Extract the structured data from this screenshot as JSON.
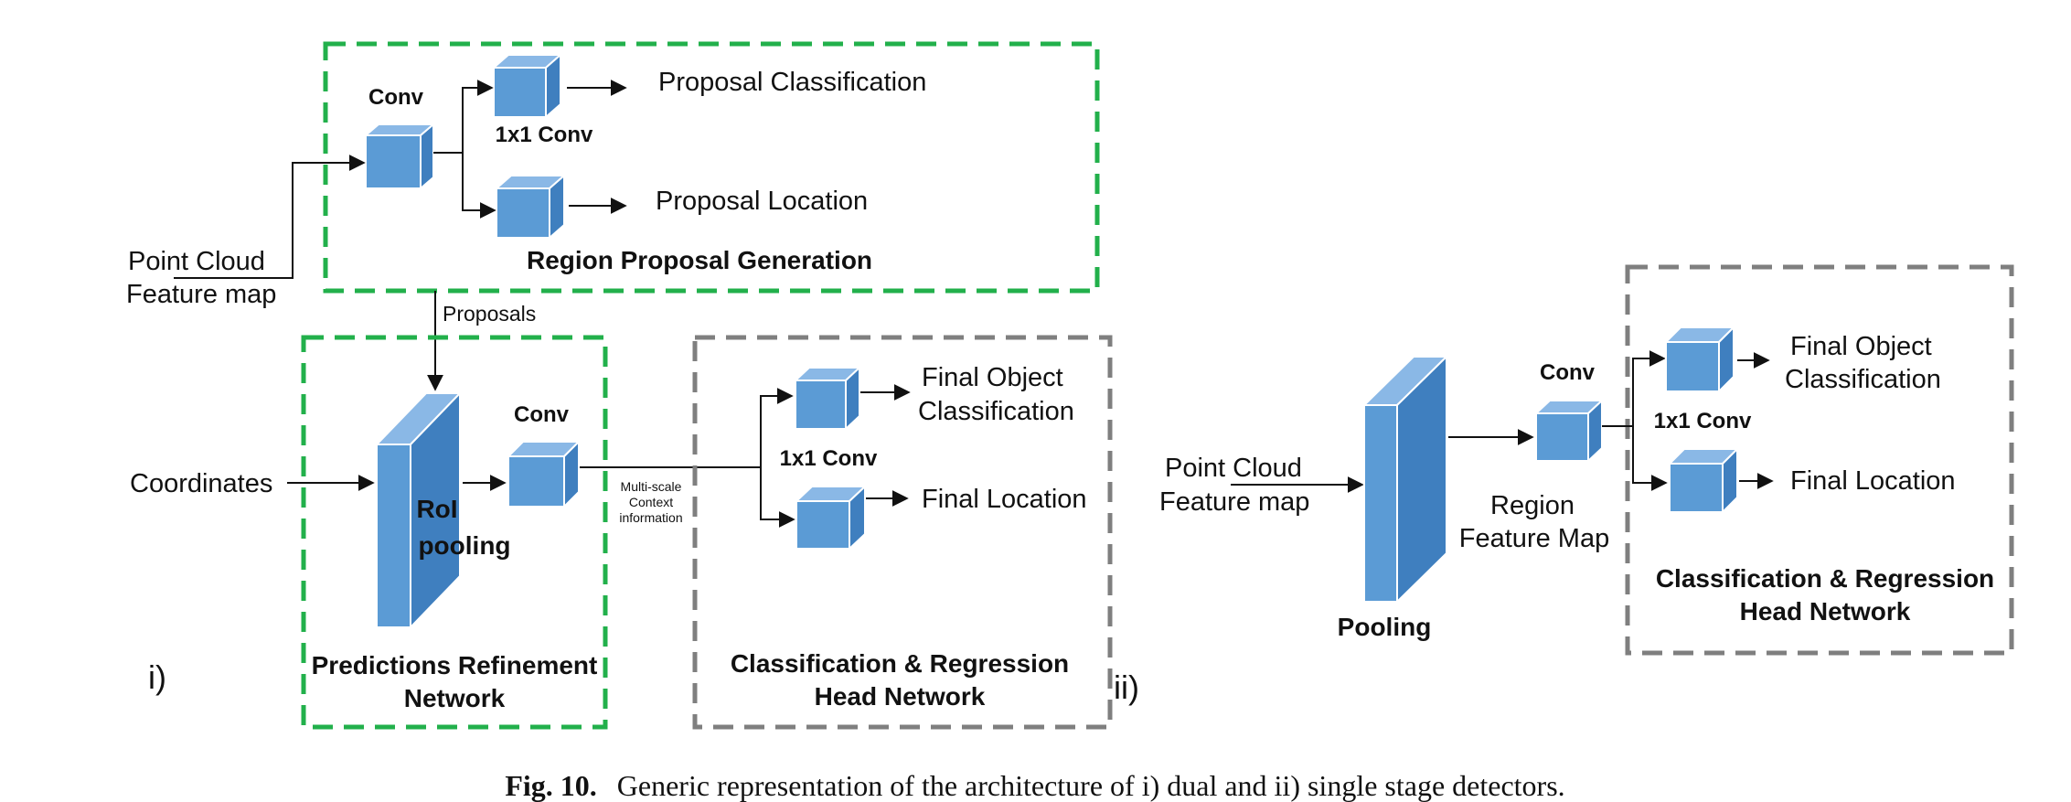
{
  "panel_i": {
    "rpg_title": "Region Proposal Generation",
    "rpg_conv": "Conv",
    "rpg_1x1": "1x1 Conv",
    "proposal_classification": "Proposal Classification",
    "proposal_location": "Proposal Location",
    "input_line1": "Point Cloud",
    "input_line2": "Feature map",
    "proposals": "Proposals",
    "coordinates": "Coordinates",
    "roi_line1": "RoI",
    "roi_line2": "pooling",
    "prn_conv": "Conv",
    "prn_title_line1": "Predictions Refinement",
    "prn_title_line2": "Network",
    "context_line1": "Multi-scale",
    "context_line2": "Context",
    "context_line3": "information",
    "head_1x1": "1x1 Conv",
    "final_cls_line1": "Final Object",
    "final_cls_line2": "Classification",
    "final_location": "Final Location",
    "head_title_line1": "Classification & Regression",
    "head_title_line2": "Head Network",
    "marker": "i)"
  },
  "panel_ii": {
    "marker": "ii)",
    "input_line1": "Point Cloud",
    "input_line2": "Feature map",
    "pooling": "Pooling",
    "conv": "Conv",
    "region_line1": "Region",
    "region_line2": "Feature Map",
    "head_1x1": "1x1 Conv",
    "final_cls_line1": "Final Object",
    "final_cls_line2": "Classification",
    "final_location": "Final Location",
    "head_title_line1": "Classification & Regression",
    "head_title_line2": "Head Network"
  },
  "caption": {
    "label": "Fig. 10.",
    "text": "Generic representation of the architecture of i) dual and ii) single stage detectors."
  },
  "colors": {
    "cube_front": "#5b9bd5",
    "cube_top": "#8ab8e6",
    "cube_side": "#3f7fbf",
    "green_dash": "#22b04b",
    "gray_dash": "#7f7f7f"
  }
}
